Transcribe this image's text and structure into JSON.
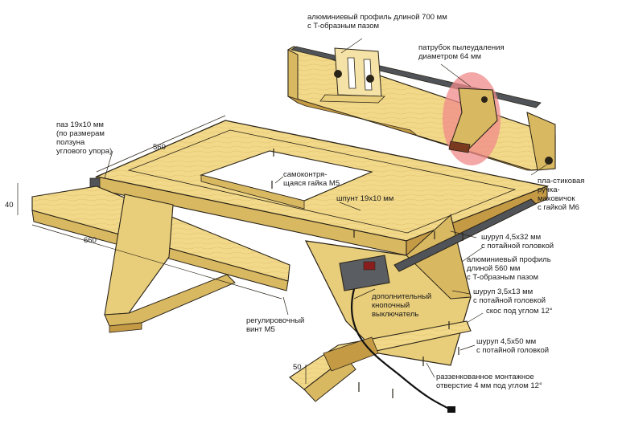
{
  "colors": {
    "wood": "#f2d98a",
    "wood_dark": "#d9b862",
    "wood_shadow": "#c49a45",
    "outline": "#2a2418",
    "aluminum": "#505458",
    "highlight": "#f08a8a",
    "switch_box": "#5a5e63"
  },
  "labels": {
    "profile_700": [
      "алюминиевый профиль длиной 700 мм",
      "с T-образным пазом"
    ],
    "dust_port": [
      "патрубок пылеудаления",
      "диаметром 64 мм"
    ],
    "groove": [
      "паз 19х10 мм",
      "(по размерам",
      "ползуна",
      "углового упора)"
    ],
    "self_lock_nut": [
      "самоконтря-",
      "щаяся гайка М5"
    ],
    "dowel": [
      "шпунт 19х10 мм"
    ],
    "knob": [
      "пла-стиковая",
      "ручка-",
      "маховичок",
      "с гайкой М6"
    ],
    "screw_4_5x32": [
      "шуруп 4,5х32 мм",
      "с потайной головкой"
    ],
    "profile_560": [
      "алюминиевый профиль",
      "длиной 560 мм",
      "с T-образным пазом"
    ],
    "screw_3_5x13": [
      "шуруп 3,5х13 мм",
      "с потайной головкой"
    ],
    "bevel": [
      "скос под углом 12°"
    ],
    "push_switch": [
      "дополнительный",
      "кнопочный",
      "выключатель"
    ],
    "adjust_screw": [
      "регулировочный",
      "винт М5"
    ],
    "screw_4_5x50": [
      "шуруп 4,5х50 мм",
      "с потайной головкой"
    ],
    "countersunk_hole": [
      "раззенкованное монтажное",
      "отверстие 4 мм под углом 12°"
    ]
  },
  "dimensions": {
    "width_560": "560",
    "depth_660": "660",
    "thickness_40": "40",
    "foot_50": "50"
  }
}
